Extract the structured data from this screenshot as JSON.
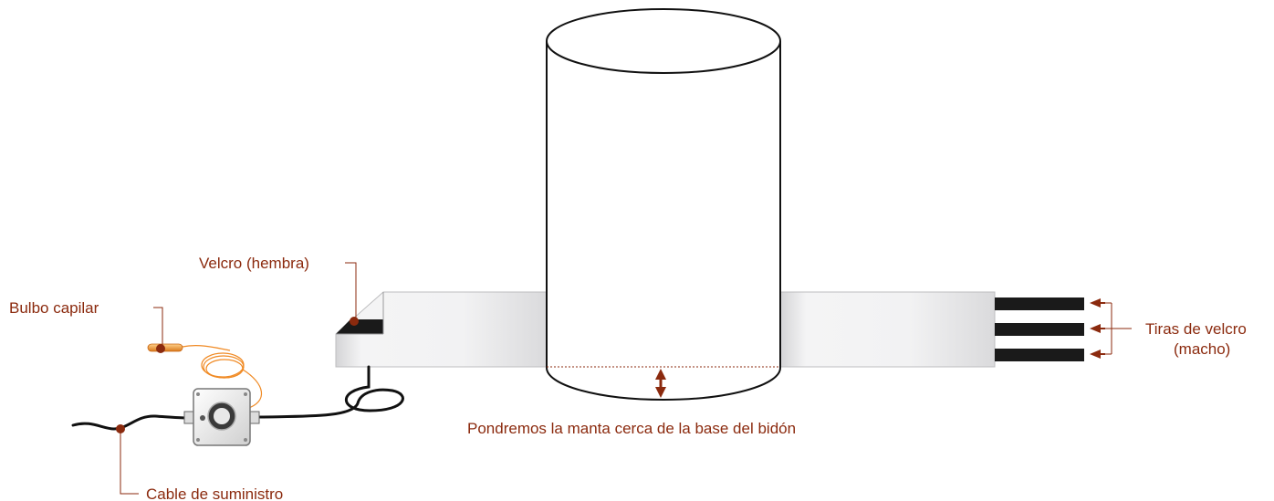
{
  "labels": {
    "velcro_hembra": "Velcro (hembra)",
    "bulbo_capilar": "Bulbo capilar",
    "tiras_line1": "Tiras de velcro",
    "tiras_line2": "(macho)",
    "caption": "Pondremos la manta cerca de la base del bidón",
    "cable": "Cable de suministro"
  },
  "colors": {
    "accent": "#8b2a0e",
    "capillary": "#f08a24",
    "outline": "#111111",
    "blanket": "#ececee",
    "velcro": "#1a1a1a"
  }
}
